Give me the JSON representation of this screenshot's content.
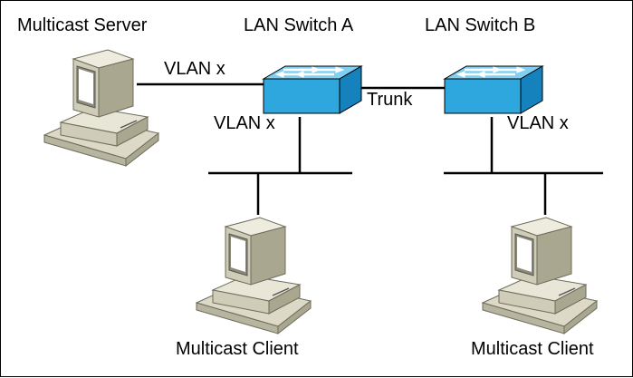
{
  "diagram": {
    "labels": {
      "server": "Multicast Server",
      "switch_a": "LAN Switch A",
      "switch_b": "LAN Switch B",
      "server_link": "VLAN x",
      "switch_a_port": "VLAN x",
      "trunk": "Trunk",
      "switch_b_port": "VLAN x",
      "client_left": "Multicast Client",
      "client_right": "Multicast Client"
    },
    "colors": {
      "switch_face": "#2ea7df",
      "switch_top": "#7fd0f2",
      "switch_side": "#1582bd",
      "pc_light": "#e8e6d6",
      "pc_mid": "#cfcdb8",
      "pc_dark": "#a9a78f",
      "line": "#000000"
    },
    "icons": [
      "computer-icon",
      "lan-switch-icon"
    ]
  }
}
